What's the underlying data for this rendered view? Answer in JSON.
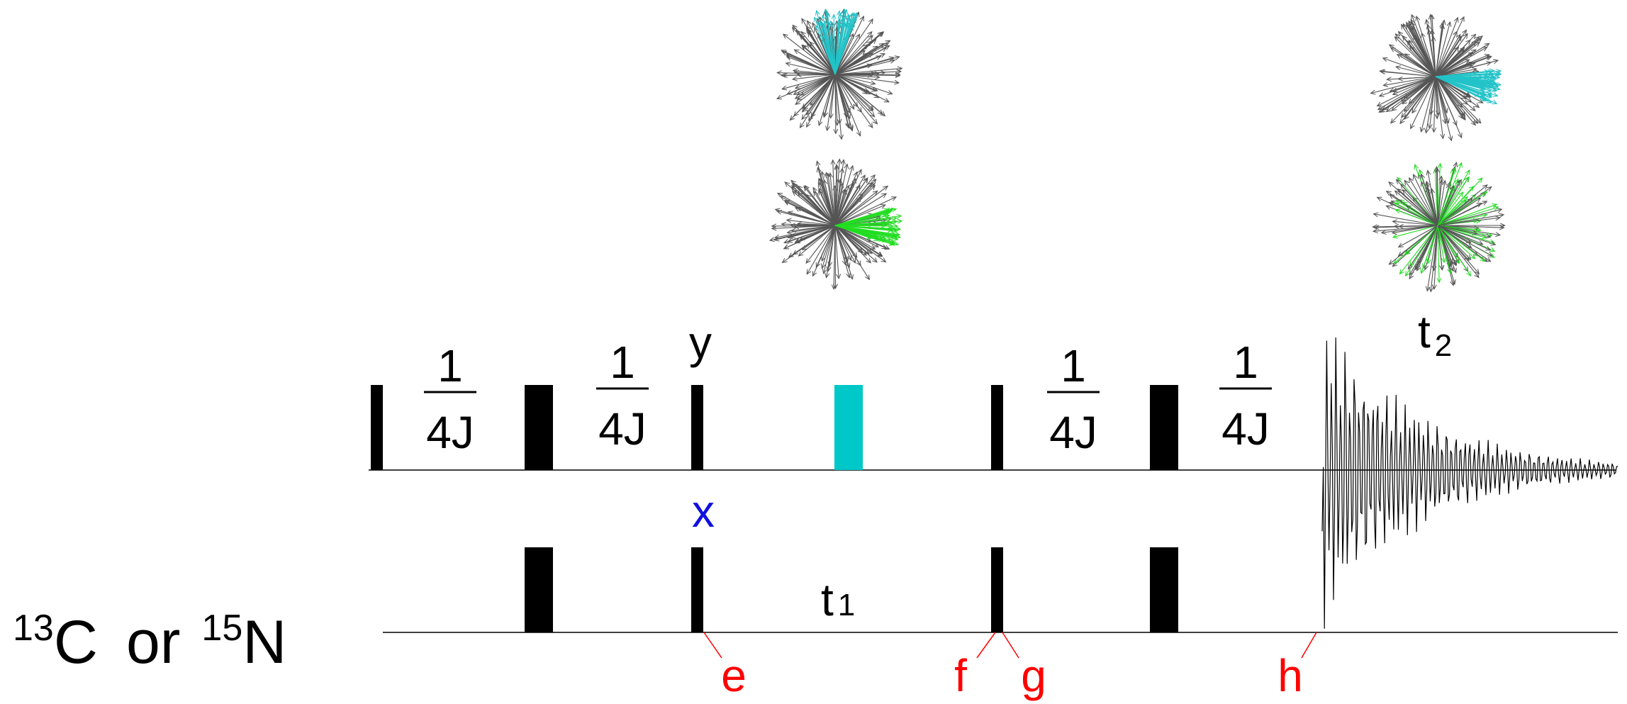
{
  "delay_label": {
    "numerator": "1",
    "denominator": "4J"
  },
  "phase_labels": {
    "y": "y",
    "x": "x"
  },
  "time_labels": {
    "t1": {
      "base": "t",
      "sub": "1"
    },
    "t2": {
      "base": "t",
      "sub": "2"
    }
  },
  "channel_label": {
    "sup1": "13",
    "nuc1": "C",
    "or": "or",
    "sup2": "15",
    "nuc2": "N"
  },
  "markers": {
    "e": "e",
    "f": "f",
    "g": "g",
    "h": "h"
  },
  "colors": {
    "pulse": "#000000",
    "selective_pulse": "#00c8c8",
    "phase_x": "#1010e0",
    "marker": "#ff0000",
    "vector_gray": "#555555",
    "vector_cyan": "#22c3c8",
    "vector_green": "#22dd22"
  },
  "icons": [
    "spin-vector-sphere-icon",
    "fid-signal-icon"
  ]
}
